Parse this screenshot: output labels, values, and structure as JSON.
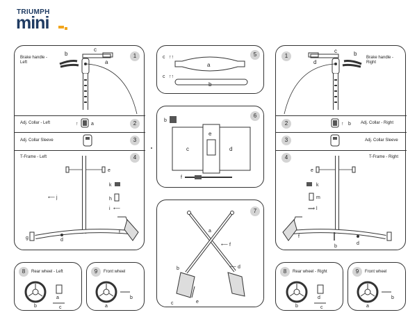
{
  "brand": {
    "top": "TRIUMPH",
    "bottom": "mini",
    "accent_color": "#f2a51c",
    "text_color": "#1f3b62"
  },
  "left_column": {
    "step1": {
      "num": "1",
      "label": "Brake handle -\nLeft",
      "parts": [
        "b",
        "c",
        "a"
      ]
    },
    "step2": {
      "num": "2",
      "label": "Adj. Collar - Left",
      "part": "a"
    },
    "step3": {
      "num": "3",
      "label": "Adj. Collar Sleeve"
    },
    "step4": {
      "num": "4",
      "label": "T-Frame - Left",
      "parts": [
        "e",
        "k",
        "j",
        "h",
        "i",
        "f",
        "g",
        "d"
      ]
    }
  },
  "center_column": {
    "step5": {
      "num": "5",
      "parts": [
        "c",
        "a",
        "c",
        "b"
      ]
    },
    "step6": {
      "num": "6",
      "parts": [
        "b",
        "e",
        "c",
        "d",
        "f"
      ]
    },
    "step7": {
      "num": "7",
      "parts": [
        "a",
        "f",
        "d",
        "b",
        "c",
        "e"
      ]
    }
  },
  "right_column": {
    "step1": {
      "num": "1",
      "label": "Brake handle -\nRight",
      "parts": [
        "c",
        "d",
        "b"
      ]
    },
    "step2": {
      "num": "2",
      "label": "Adj. Collar - Right",
      "part": "b"
    },
    "step3": {
      "num": "3",
      "label": "Adj. Collar Sleeve"
    },
    "step4": {
      "num": "4",
      "label": "T-Frame - Right",
      "parts": [
        "e",
        "k",
        "m",
        "l",
        "f",
        "b",
        "d"
      ]
    }
  },
  "bottom": {
    "rear_left": {
      "num": "8",
      "label": "Rear wheel - Left",
      "parts": [
        "a",
        "b",
        "c"
      ]
    },
    "front_left": {
      "num": "9",
      "label": "Front wheel",
      "parts": [
        "b",
        "a"
      ]
    },
    "rear_right": {
      "num": "8",
      "label": "Rear wheel - Right",
      "parts": [
        "d",
        "b",
        "c"
      ]
    },
    "front_right": {
      "num": "9",
      "label": "Front wheel",
      "parts": [
        "b",
        "a"
      ]
    }
  }
}
